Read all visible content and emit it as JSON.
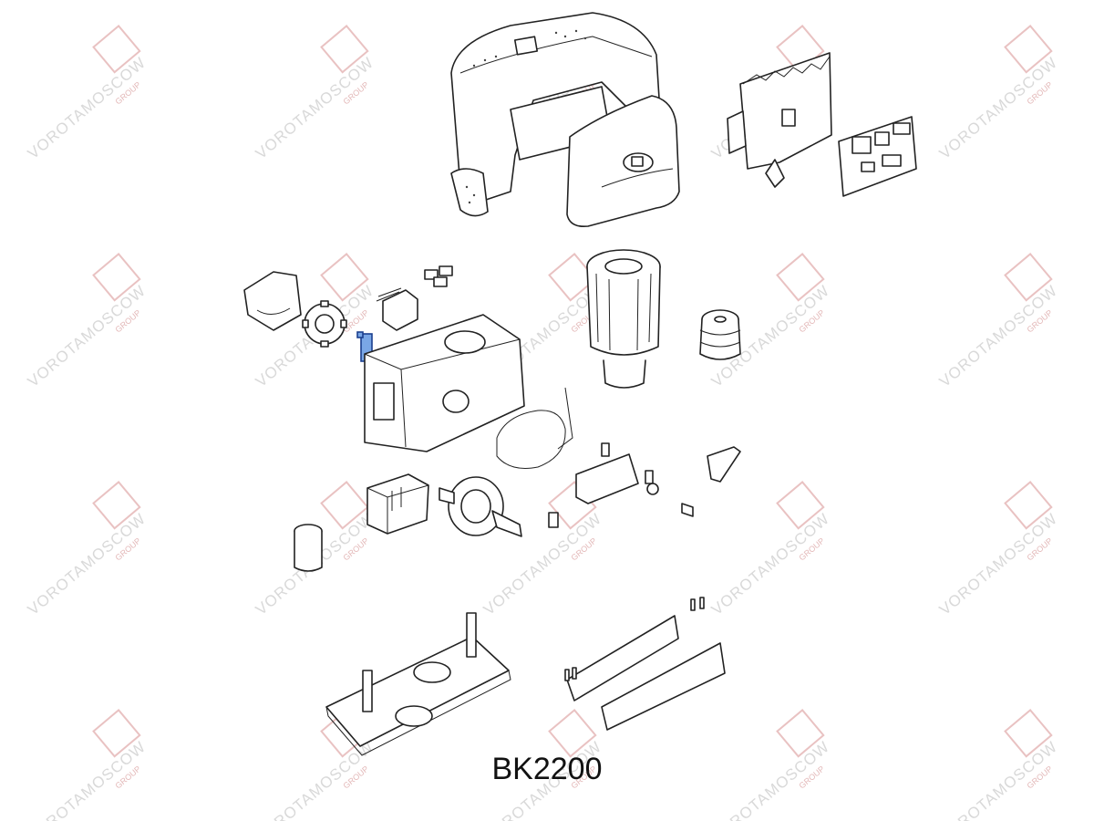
{
  "diagram": {
    "model_label": "BK2200",
    "watermark": {
      "text": "VOROTAMOSCOW",
      "subtext": "GROUP"
    },
    "highlight_color": "#7aa7e6",
    "line_color": "#222222"
  }
}
